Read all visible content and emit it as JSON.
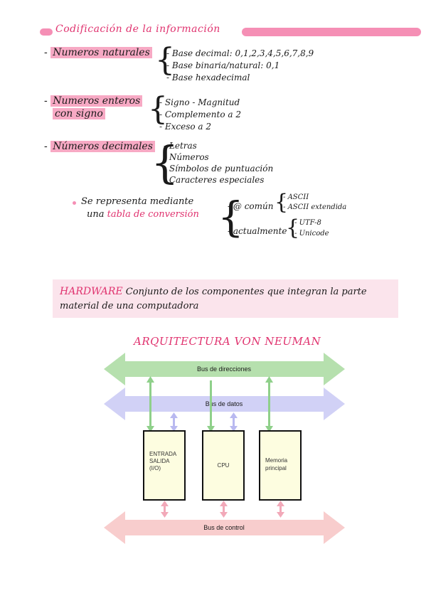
{
  "title": "Codificación de la información",
  "sections": {
    "naturales": {
      "label": "Numeros naturales",
      "items": [
        "Base decimal: 0,1,2,3,4,5,6,7,8,9",
        "Base binaria/natural: 0,1",
        "Base hexadecimal"
      ]
    },
    "enteros": {
      "label_line1": "Numeros enteros",
      "label_line2": "con signo",
      "items": [
        "Signo - Magnitud",
        "Complemento a 2",
        "Exceso a 2"
      ]
    },
    "decimales": {
      "label": "Números decimales",
      "items": [
        "Letras",
        "Números",
        "Símbolos de puntuación",
        "Caracteres especiales"
      ]
    },
    "tabla": {
      "line1": "Se representa mediante",
      "line2_prefix": "una",
      "line2_highlight": "tabla de conversión",
      "comun": "@ común",
      "comun_items": [
        "ASCII",
        "ASCII extendida"
      ],
      "actual": "actualmente",
      "actual_items": [
        "UTF-8",
        "Unicode"
      ]
    }
  },
  "hardware": {
    "term": "HARDWARE",
    "definition_line1": "Conjunto de los componentes que integran la parte",
    "definition_line2": "material de una computadora"
  },
  "architecture": {
    "title": "ARQUITECTURA VON NEUMAN",
    "bus_direcciones": "Bus de direcciones",
    "bus_datos": "Bus de datos",
    "bus_control": "Bus de control",
    "box_io": [
      "ENTRADA",
      "SALIDA",
      "(I/O)"
    ],
    "box_cpu": "CPU",
    "box_mem": [
      "Memoria",
      "principal"
    ],
    "colors": {
      "direcciones": "#a9dba0",
      "datos": "#c9c9f5",
      "control": "#f7c4c4",
      "box_fill": "#fdfde0",
      "title": "#e0336f"
    }
  }
}
